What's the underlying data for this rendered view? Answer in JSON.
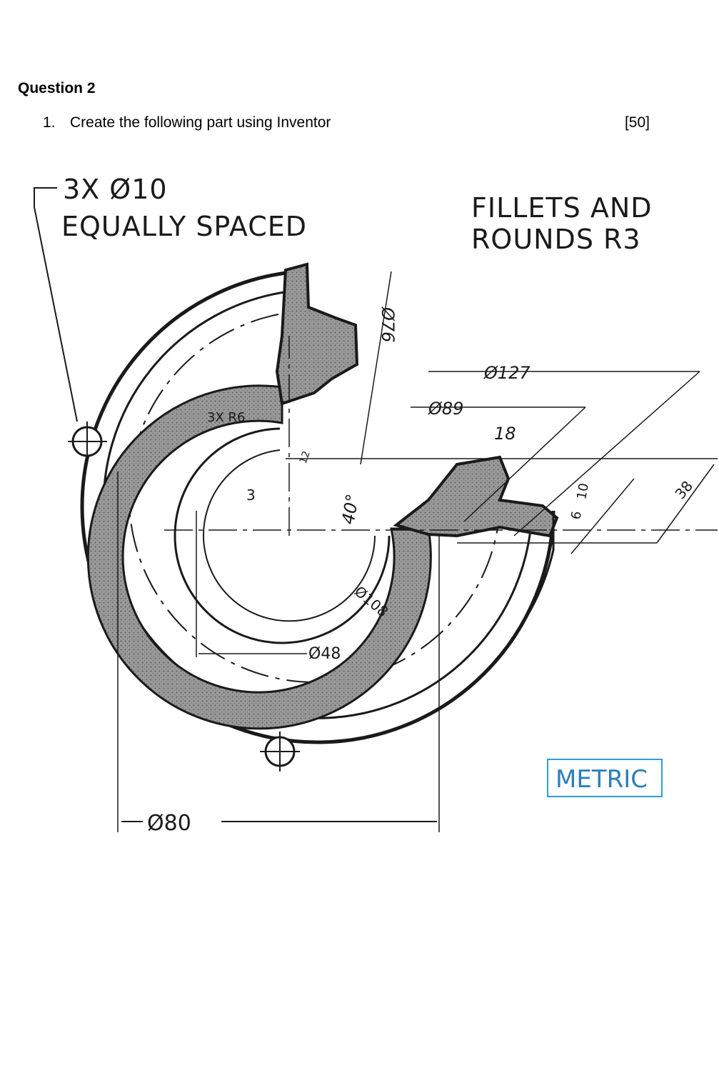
{
  "question": {
    "heading": "Question 2",
    "item_number": "1.",
    "text": "Create the following part using Inventor",
    "marks": "[50]"
  },
  "drawing": {
    "note_holes_line1": "3X Ø10",
    "note_holes_line2": "EQUALLY SPACED",
    "note_fillets_line1": "FILLETS AND",
    "note_fillets_line2": "ROUNDS R3",
    "dim_d76": "Ø76",
    "dim_d127": "Ø127",
    "dim_d89": "Ø89",
    "dim_18": "18",
    "dim_3xr6": "3X R6",
    "dim_12": "12",
    "dim_40deg": "40°",
    "dim_3": "3",
    "dim_10": "10",
    "dim_6": "6",
    "dim_38": "38",
    "dim_d108": "Ø108",
    "dim_d48": "Ø48",
    "dim_d80": "Ø80",
    "metric_label": "METRIC"
  },
  "colors": {
    "ink": "#1a1a1a",
    "section_fill": "#8c8c8c",
    "metric_border": "#2c9fd8",
    "metric_text": "#2c7fb8"
  }
}
